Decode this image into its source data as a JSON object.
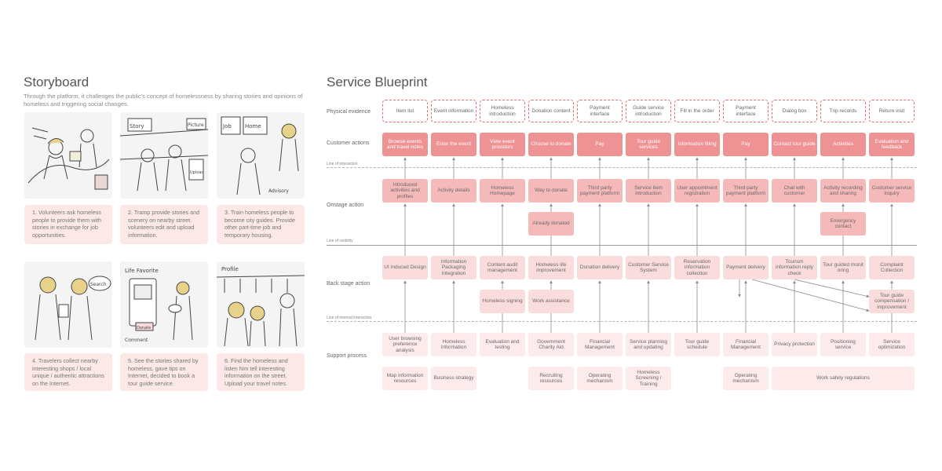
{
  "storyboard": {
    "title": "Storyboard",
    "intro": "Through the platform, it challenges the public's concept of homelessness by sharing stories and opinions of homeless and triggering social changes.",
    "panels": [
      {
        "caption": "1. Volunteers ask homeless people to provide them with stories in exchange for job opportunities."
      },
      {
        "caption": "2. Tramp provide stories and scenery on nearby street. volunteers edit and upload information."
      },
      {
        "caption": "3. Train homeless people to become city guides. Provide other part-time job and temporary housing."
      },
      {
        "caption": "4. Travelers collect nearby interesting shops / local unique / authentic attractions on the Internet."
      },
      {
        "caption": "5. See the stories shared by homeless, gave tips on Internet, decided to book a tour guide service."
      },
      {
        "caption": "6. Find the homeless and listen him tell interesting information on the street. Upload your travel notes."
      }
    ],
    "sketch_words": [
      "Search",
      "Life Favorite",
      "Donate",
      "Comment",
      "Job",
      "Home",
      "Advisory",
      "Upload to APP",
      "Picture",
      "Story",
      "Profile"
    ]
  },
  "blueprint": {
    "title": "Service Blueprint",
    "row_labels": {
      "physical": "Physical evidence",
      "customer": "Customer actions",
      "onstage": "Onstage action",
      "backstage": "Back stage action",
      "support": "Support process"
    },
    "line_labels": {
      "interaction": "Line of interaction",
      "visibility": "Line of visibility",
      "internal": "Line of internal interaction"
    },
    "physical_evidence": [
      "Item list",
      "Event information",
      "Homeless introduction",
      "Donation content",
      "Payment interface",
      "Guide service introduction",
      "Fill in the order",
      "Payment interface",
      "Dialog box",
      "Trip records",
      "Return visit"
    ],
    "customer_actions": [
      "Browse events and travel notes",
      "Enter the event",
      "View event providers",
      "Choose to donate",
      "Pay",
      "Tour guide services",
      "Information filling",
      "Pay",
      "Contact tour guide",
      "Activities",
      "Evaluation and feedback"
    ],
    "onstage_row1": [
      "Introduced activities and profiles",
      "Activity details",
      "Homeless Homepage",
      "Way to donate",
      "Third party payment platform",
      "Service item introduction",
      "User appointment registration",
      "Third party payment platform",
      "Chat with customer",
      "Activity recording and sharing",
      "Customer service inquiry"
    ],
    "onstage_extra": [
      "Already donated",
      "Emergency contact"
    ],
    "backstage_row1": [
      "UI Induced Design",
      "Information Packaging Integration",
      "Content audit management",
      "Homeless life improvement",
      "Donation delivery",
      "Customer Service System",
      "Reservation information collection",
      "Payment delivery",
      "Tourism information reply check",
      "Tour guided monit oring",
      "Complaint Collection"
    ],
    "backstage_extra": [
      "Homeless signing",
      "Work assistance",
      "Tour guide compensation / improvement"
    ],
    "support_row1": [
      "User browsing preference analysis",
      "Homeless information",
      "Evaluation and testing",
      "Government Charity Aid",
      "Financial Management",
      "Service planning and updating",
      "Tour guide schedule",
      "Financial Management",
      "Privacy protection",
      "Positioning service",
      "Service optimization"
    ],
    "support_row2": [
      "Map information resources",
      "Business strategy",
      "Recruiting resources",
      "Operating mechanism",
      "Homeless Screening / Training",
      "Operating mechanism",
      "Work safety regulations"
    ]
  },
  "colors": {
    "customer": "#ee9294",
    "onstage": "#f5b9ba",
    "backstage": "#fbdcdc",
    "support": "#fdeaea",
    "evidence_border": "#e86d72"
  }
}
